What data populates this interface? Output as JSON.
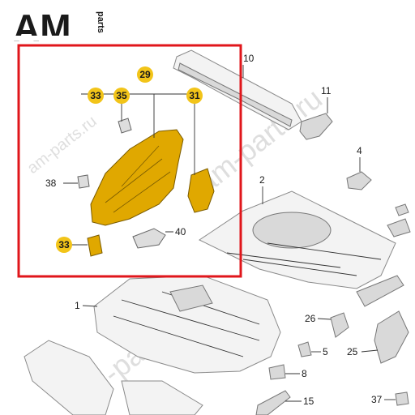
{
  "logo": {
    "main": "AM",
    "side": "parts"
  },
  "watermark": {
    "text_1": "am-parts.ru",
    "text_2": "am-parts.ru",
    "text_3": "am-parts.ru"
  },
  "colors": {
    "highlight_box": "#e0161b",
    "callout_fill": "#f2c419",
    "part_highlight": "#e0a800"
  },
  "callouts": {
    "c29": "29",
    "c33a": "33",
    "c35": "35",
    "c31": "31",
    "c33b": "33"
  },
  "labels": {
    "l38": "38",
    "l40": "40",
    "l10": "10",
    "l11": "11",
    "l4": "4",
    "l2": "2",
    "l1": "1",
    "l26": "26",
    "l5": "5",
    "l25": "25",
    "l8": "8",
    "l15": "15",
    "l37": "37"
  }
}
